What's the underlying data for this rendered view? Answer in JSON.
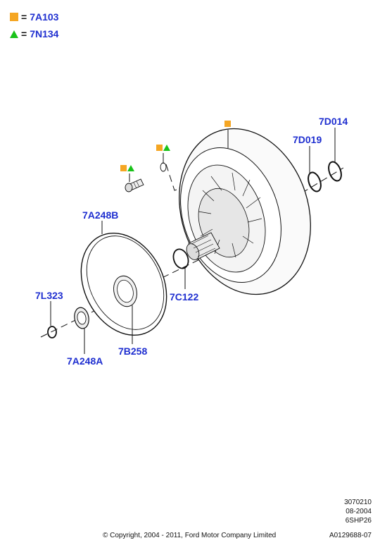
{
  "legend": [
    {
      "symbol": "square-marker",
      "color": "#f5a623",
      "text": "7A103"
    },
    {
      "symbol": "triangle-marker",
      "color": "#19c219",
      "text": "7N134"
    }
  ],
  "legend_equals": "=",
  "parts": {
    "7D014": "7D014",
    "7D019": "7D019",
    "7A248B": "7A248B",
    "7L323": "7L323",
    "7C122": "7C122",
    "7A248A": "7A248A",
    "7B258": "7B258"
  },
  "diagram_codes": [
    "3070210",
    "08-2004",
    "6SHP26",
    "A0129688-07"
  ],
  "copyright": "© Copyright, 2004 - 2011, Ford Motor Company Limited",
  "colors": {
    "accent": "#f5a623",
    "secondary": "#19c219",
    "label": "#1f2fd0"
  }
}
